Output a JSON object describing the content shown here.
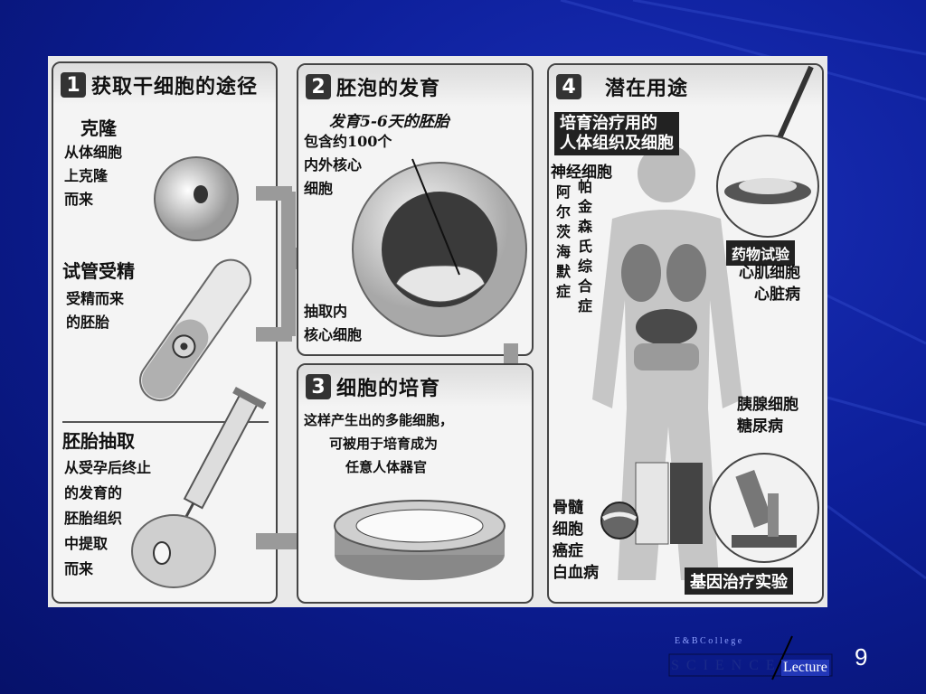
{
  "panel1": {
    "number": "1",
    "title": "获取干细胞的途径",
    "clone_heading": "克隆",
    "clone_text": "从体细胞\n上克隆\n而来",
    "ivf_heading": "试管受精",
    "ivf_text": "受精而来\n的胚胎",
    "extract_heading": "胚胎抽取",
    "extract_text": "从受孕后终止\n的发育的\n胚胎组织\n中提取\n而来"
  },
  "panel2": {
    "number": "2",
    "title": "胚泡的发育",
    "caption": "发育5-6天的胚胎",
    "desc": "包含约100个\n内外核心\n细胞",
    "extract": "抽取内\n核心细胞"
  },
  "panel3": {
    "number": "3",
    "title": "细胞的培育",
    "line1": "这样产生出的多能细胞，",
    "line2": "可被用于培育成为",
    "line3": "任意人体器官"
  },
  "panel4": {
    "number": "4",
    "title": "潜在用途",
    "culture_label": "培育治疗用的\n人体组织及细胞",
    "nerve": "神经细胞",
    "disease_col1": "阿尔茨海默症",
    "disease_col2": "帕金森氏综合症",
    "drug_test": "药物试验",
    "heart": "心肌细胞\n心脏病",
    "pancreas": "胰腺细胞\n糖尿病",
    "marrow": "骨髓\n细胞\n癌症\n白血病",
    "gene": "基因治疗实验"
  },
  "footer": {
    "college": "E & B C o l l e g e",
    "science": "S C I E N C E",
    "lecture": "Lecture",
    "page": "9"
  }
}
